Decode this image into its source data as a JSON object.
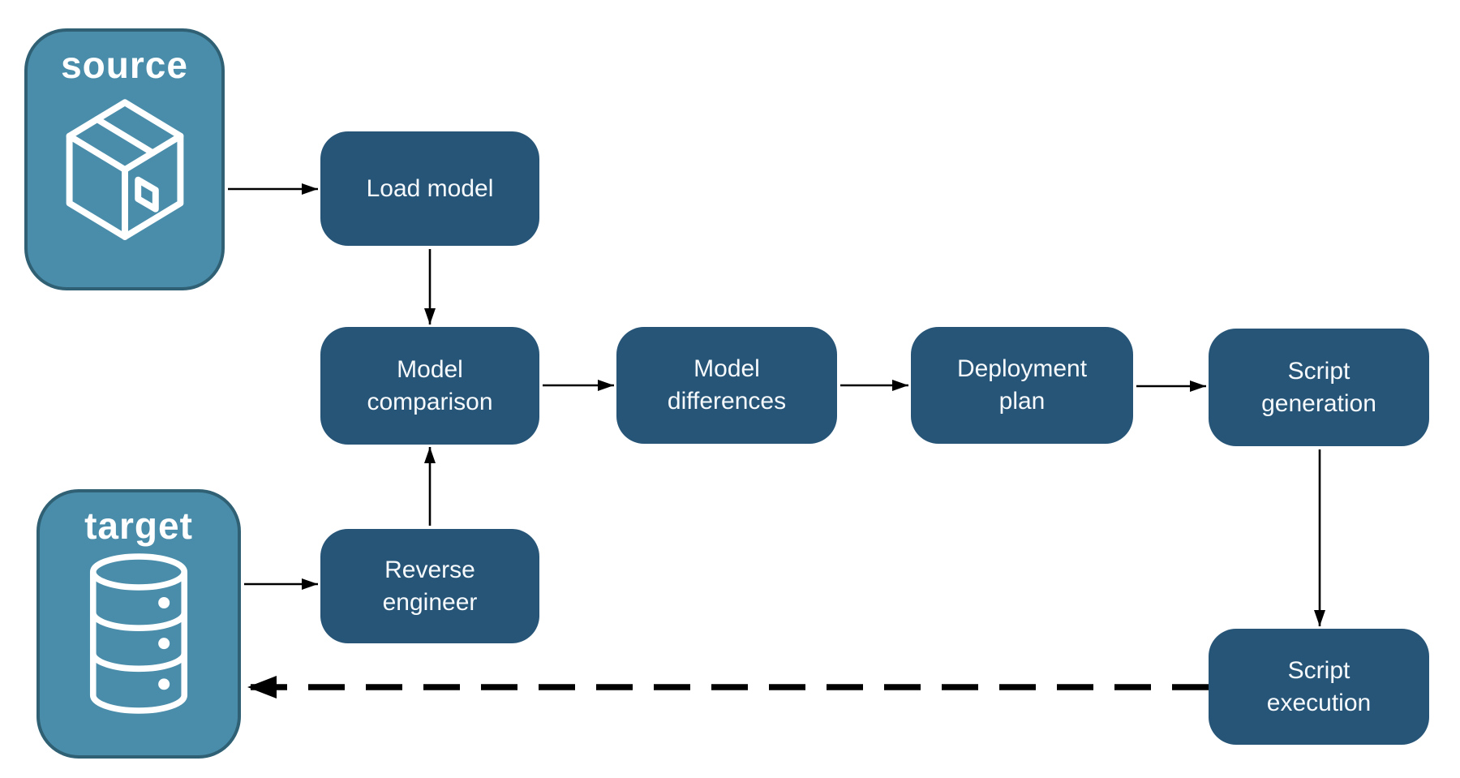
{
  "diagram": {
    "colors": {
      "entity_fill": "#4A8DAA",
      "entity_border": "#2F6074",
      "step_fill": "#275577",
      "text": "#FFFFFF",
      "arrow": "#000000"
    },
    "entities": [
      {
        "id": "source",
        "label": "source",
        "icon": "package-icon"
      },
      {
        "id": "target",
        "label": "target",
        "icon": "database-icon"
      }
    ],
    "steps": [
      {
        "id": "load-model",
        "label": "Load model",
        "lines": [
          "Load model",
          ""
        ]
      },
      {
        "id": "model-comparison",
        "label": "Model comparison",
        "lines": [
          "Model",
          "comparison"
        ]
      },
      {
        "id": "model-differences",
        "label": "Model differences",
        "lines": [
          "Model",
          "differences"
        ]
      },
      {
        "id": "deployment-plan",
        "label": "Deployment plan",
        "lines": [
          "Deployment",
          "plan"
        ]
      },
      {
        "id": "script-generation",
        "label": "Script generation",
        "lines": [
          "Script",
          "generation"
        ]
      },
      {
        "id": "reverse-engineer",
        "label": "Reverse engineer",
        "lines": [
          "Reverse",
          "engineer"
        ]
      },
      {
        "id": "script-execution",
        "label": "Script execution",
        "lines": [
          "Script",
          "execution"
        ]
      }
    ],
    "connections": [
      {
        "from": "source",
        "to": "load-model",
        "style": "solid"
      },
      {
        "from": "load-model",
        "to": "model-comparison",
        "style": "solid"
      },
      {
        "from": "target",
        "to": "reverse-engineer",
        "style": "solid"
      },
      {
        "from": "reverse-engineer",
        "to": "model-comparison",
        "style": "solid"
      },
      {
        "from": "model-comparison",
        "to": "model-differences",
        "style": "solid"
      },
      {
        "from": "model-differences",
        "to": "deployment-plan",
        "style": "solid"
      },
      {
        "from": "deployment-plan",
        "to": "script-generation",
        "style": "solid"
      },
      {
        "from": "script-generation",
        "to": "script-execution",
        "style": "solid"
      },
      {
        "from": "script-execution",
        "to": "target",
        "style": "dashed"
      }
    ]
  }
}
